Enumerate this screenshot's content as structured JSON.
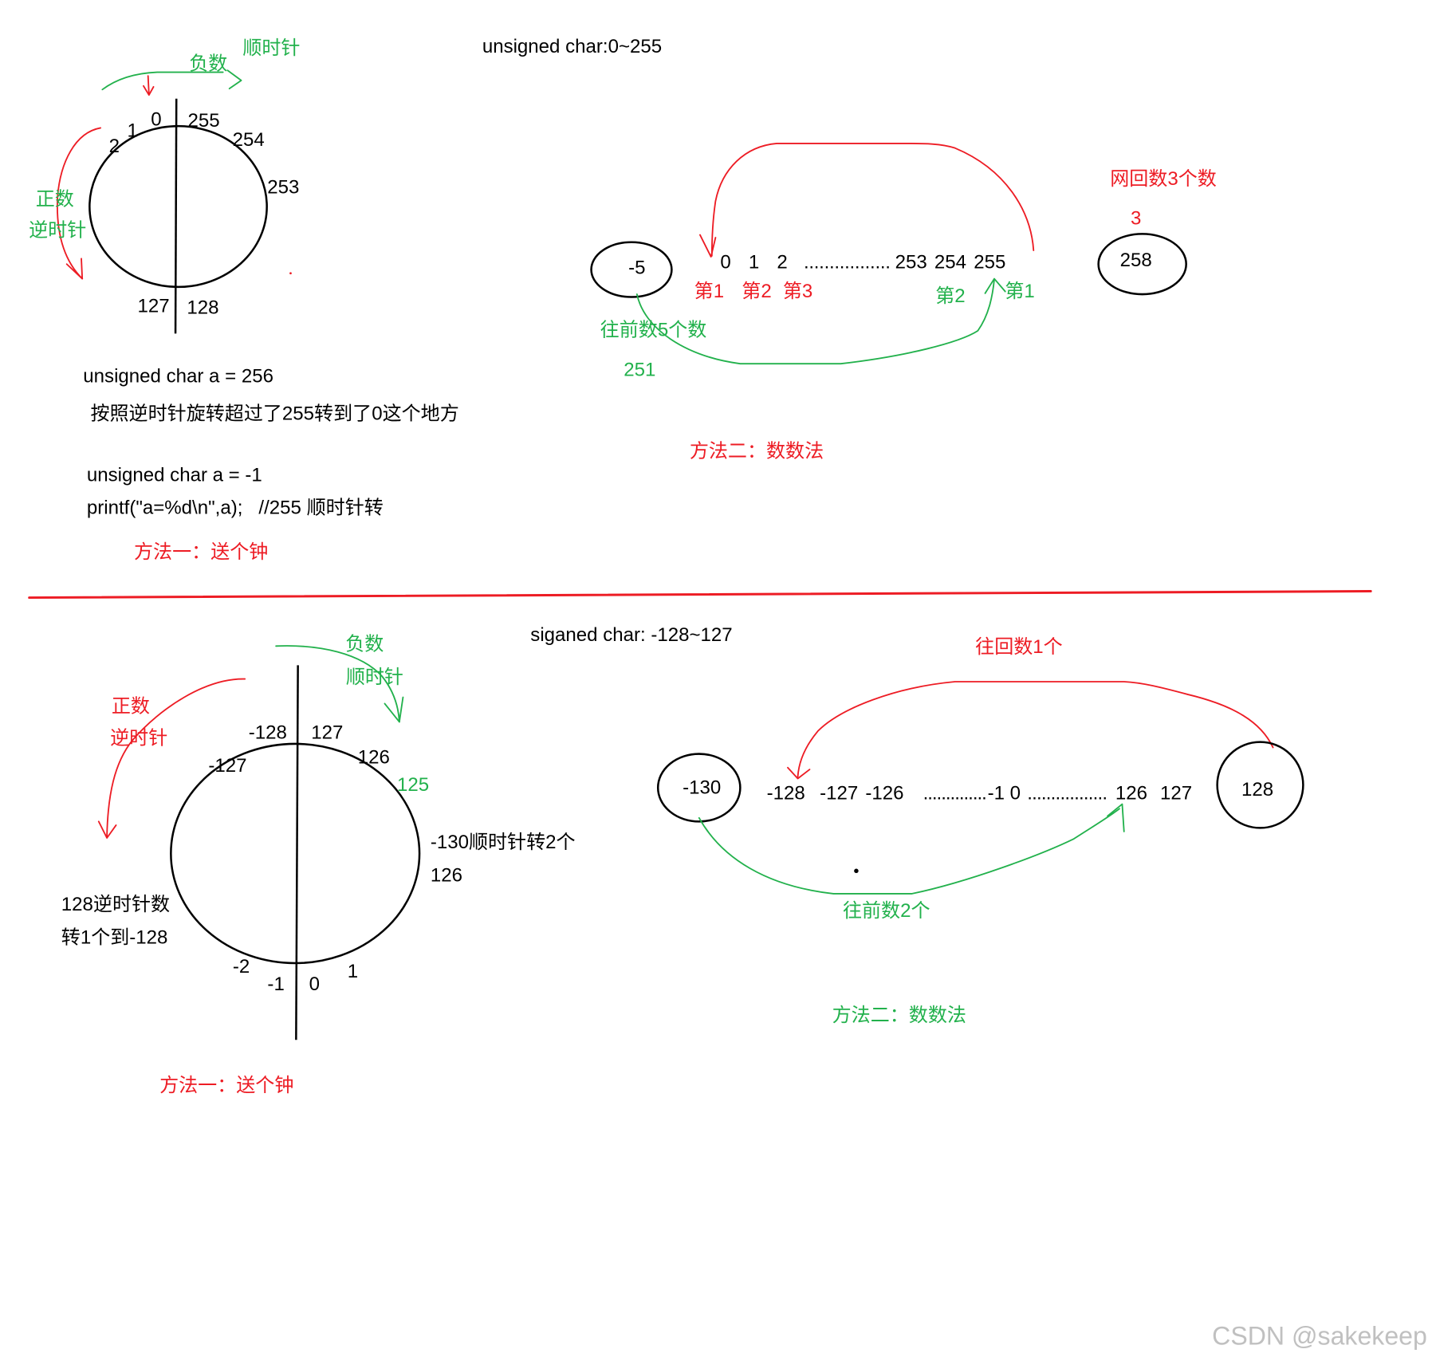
{
  "colors": {
    "ink": "#000000",
    "red": "#ed1c24",
    "green": "#22b14c",
    "watermark": "#c0c0c0",
    "background": "#ffffff"
  },
  "unsigned_char": {
    "title": "unsigned char:0~255",
    "clock": {
      "negative_label": "负数",
      "clockwise_label": "顺时针",
      "positive_label": "正数",
      "counterclockwise_label": "逆时针",
      "ticks": {
        "v0": "0",
        "v1": "1",
        "v2": "2",
        "v127": "127",
        "v128": "128",
        "v253": "253",
        "v254": "254",
        "v255": "255"
      }
    },
    "notes": [
      "unsigned char a = 256",
      "按照逆时针旋转超过了255转到了0这个地方",
      "unsigned char a = -1",
      "printf(\"a=%d\\n\",a);   //255 顺时针转"
    ],
    "method1_title": "方法一：送个钟",
    "counting": {
      "below_range_value": "-5",
      "sequence": [
        "0",
        "1",
        "2",
        ".................",
        "253",
        "254",
        "255"
      ],
      "red_steps": [
        "第1",
        "第2",
        "第3"
      ],
      "green_steps": [
        "第2",
        "第1"
      ],
      "green_note": "往前数5个数",
      "green_result": "251",
      "red_note": "网回数3个数",
      "red_result": "3",
      "above_range_value": "258",
      "method2_title": "方法二：数数法"
    }
  },
  "signed_char": {
    "title": "siganed char: -128~127",
    "clock": {
      "negative_label": "负数",
      "clockwise_label": "顺时针",
      "positive_label": "正数",
      "counterclockwise_label": "逆时针",
      "ticks": {
        "neg128": "-128",
        "pos127": "127",
        "neg127": "-127",
        "pos126": "126",
        "pos125": "125",
        "neg2": "-2",
        "neg1": "-1",
        "zero": "0",
        "pos1": "1"
      },
      "note_minus130": "-130顺时针转2个",
      "note_minus130_result": "126",
      "note_128_lines": [
        "128逆时针数",
        "转1个到-128"
      ]
    },
    "method1_title": "方法一：送个钟",
    "counting": {
      "below_range_value": "-130",
      "sequence": [
        "-128",
        "-127",
        "-126",
        "..............",
        "-1",
        "0",
        ".................",
        "126",
        "127"
      ],
      "red_note": "往回数1个",
      "green_note": "往前数2个",
      "above_range_value": "128",
      "method2_title": "方法二：数数法"
    }
  },
  "watermark": "CSDN @sakekeep"
}
